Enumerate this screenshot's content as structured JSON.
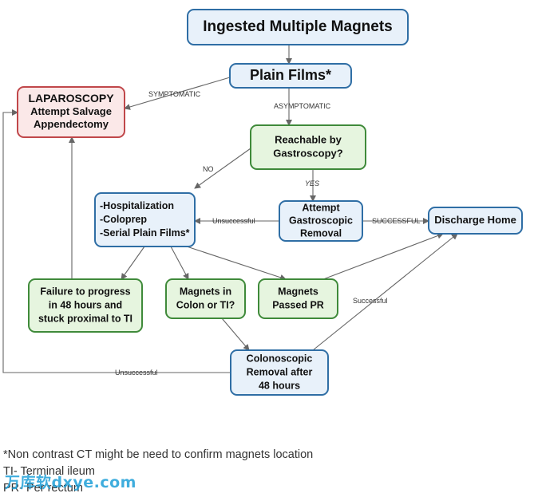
{
  "colors": {
    "blue_fill": "#e8f1fa",
    "blue_stroke": "#2f6ea5",
    "green_fill": "#e6f5df",
    "green_stroke": "#3f8a3a",
    "red_fill": "#fbe8e8",
    "red_stroke": "#c0474a",
    "edge": "#666666"
  },
  "nodes": [
    {
      "id": "ingested",
      "lines": [
        "Ingested Multiple Magnets"
      ],
      "kind": "blue"
    },
    {
      "id": "plain_films",
      "lines": [
        "Plain Films*"
      ],
      "kind": "blue"
    },
    {
      "id": "laparoscopy",
      "lines": [
        "LAPAROSCOPY",
        "Attempt Salvage",
        "Appendectomy"
      ],
      "kind": "red"
    },
    {
      "id": "reachable",
      "lines": [
        "Reachable by",
        "Gastroscopy?"
      ],
      "kind": "green"
    },
    {
      "id": "hospitalization",
      "lines": [
        "-Hospitalization",
        "-Coloprep",
        "-Serial Plain Films*"
      ],
      "kind": "blue"
    },
    {
      "id": "gastroscopic",
      "lines": [
        "Attempt",
        "Gastroscopic",
        "Removal"
      ],
      "kind": "blue"
    },
    {
      "id": "discharge",
      "lines": [
        "Discharge Home"
      ],
      "kind": "blue"
    },
    {
      "id": "failure",
      "lines": [
        "Failure to progress",
        "in 48 hours and",
        "stuck proximal to TI"
      ],
      "kind": "green"
    },
    {
      "id": "magnets_colon",
      "lines": [
        "Magnets in",
        "Colon or TI?"
      ],
      "kind": "green"
    },
    {
      "id": "magnets_passed",
      "lines": [
        "Magnets",
        "Passed PR"
      ],
      "kind": "green"
    },
    {
      "id": "colonoscopic",
      "lines": [
        "Colonoscopic",
        "Removal after",
        "48 hours"
      ],
      "kind": "blue"
    }
  ],
  "edges": [
    {
      "id": "ingested-plain",
      "from": "ingested",
      "to": "plain_films",
      "label": ""
    },
    {
      "id": "plain-lap",
      "from": "plain_films",
      "to": "laparoscopy",
      "label": "SYMPTOMATIC"
    },
    {
      "id": "plain-reach",
      "from": "plain_films",
      "to": "reachable",
      "label": "ASYMPTOMATIC"
    },
    {
      "id": "reach-hosp",
      "from": "reachable",
      "to": "hospitalization",
      "label": "NO"
    },
    {
      "id": "reach-gastro",
      "from": "reachable",
      "to": "gastroscopic",
      "label": "YES"
    },
    {
      "id": "gastro-hosp",
      "from": "gastroscopic",
      "to": "hospitalization",
      "label": "Unsuccessful"
    },
    {
      "id": "gastro-discharge",
      "from": "gastroscopic",
      "to": "discharge",
      "label": "SUCCESSFUL"
    },
    {
      "id": "hosp-failure",
      "from": "hospitalization",
      "to": "failure",
      "label": ""
    },
    {
      "id": "hosp-colon",
      "from": "hospitalization",
      "to": "magnets_colon",
      "label": ""
    },
    {
      "id": "hosp-passed",
      "from": "hospitalization",
      "to": "magnets_passed",
      "label": ""
    },
    {
      "id": "failure-lap",
      "from": "failure",
      "to": "laparoscopy",
      "label": ""
    },
    {
      "id": "colon-colono",
      "from": "magnets_colon",
      "to": "colonoscopic",
      "label": ""
    },
    {
      "id": "passed-discharge",
      "from": "magnets_passed",
      "to": "discharge",
      "label": ""
    },
    {
      "id": "colono-discharge",
      "from": "colonoscopic",
      "to": "discharge",
      "label": "Successful"
    },
    {
      "id": "colono-lap",
      "from": "colonoscopic",
      "to": "laparoscopy",
      "label": "Unsuccessful"
    }
  ],
  "footnotes": {
    "note1": "*Non contrast CT might be need to confirm magnets location",
    "note2": "TI- Terminal ileum",
    "note3": "PR- Per rectum"
  },
  "watermark": "万库软dxye.com"
}
